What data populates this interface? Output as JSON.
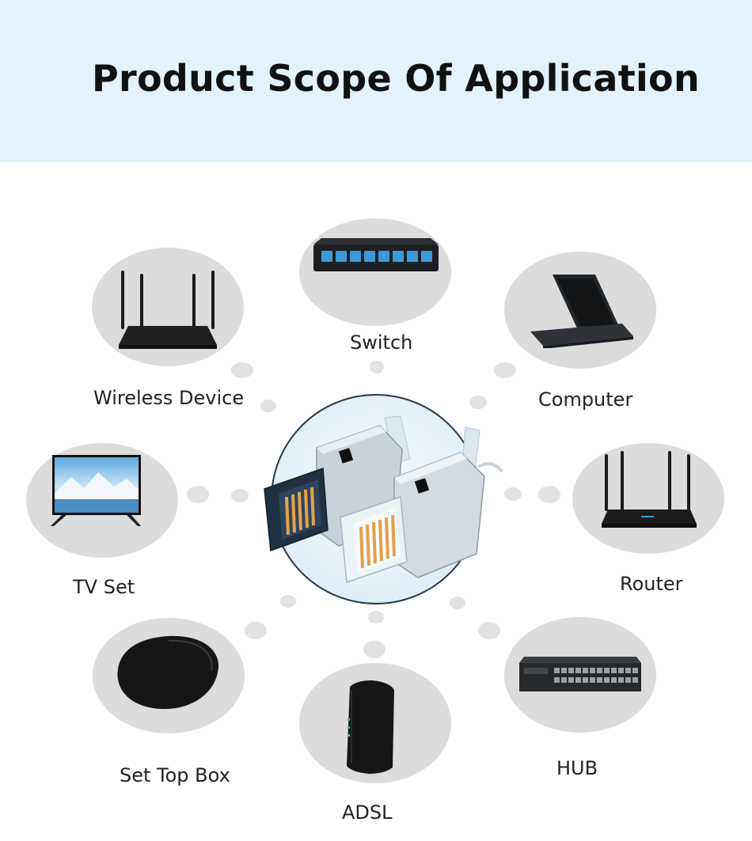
{
  "page": {
    "title": "Product Scope Of Application"
  },
  "center": {
    "icon": "rj45-connectors-icon"
  },
  "devices": [
    {
      "label": "Switch",
      "icon": "switch-icon"
    },
    {
      "label": "Wireless Device",
      "icon": "wireless-router-icon"
    },
    {
      "label": "Computer",
      "icon": "laptop-icon"
    },
    {
      "label": "TV Set",
      "icon": "tv-icon"
    },
    {
      "label": "Router",
      "icon": "router-icon"
    },
    {
      "label": "Set Top Box",
      "icon": "set-top-box-icon"
    },
    {
      "label": "HUB",
      "icon": "hub-icon"
    },
    {
      "label": "ADSL",
      "icon": "adsl-modem-icon"
    }
  ],
  "colors": {
    "header_bg": "#e4f2fb",
    "disc": "#dcdcdc",
    "port_accent": "#3a9ad9"
  }
}
